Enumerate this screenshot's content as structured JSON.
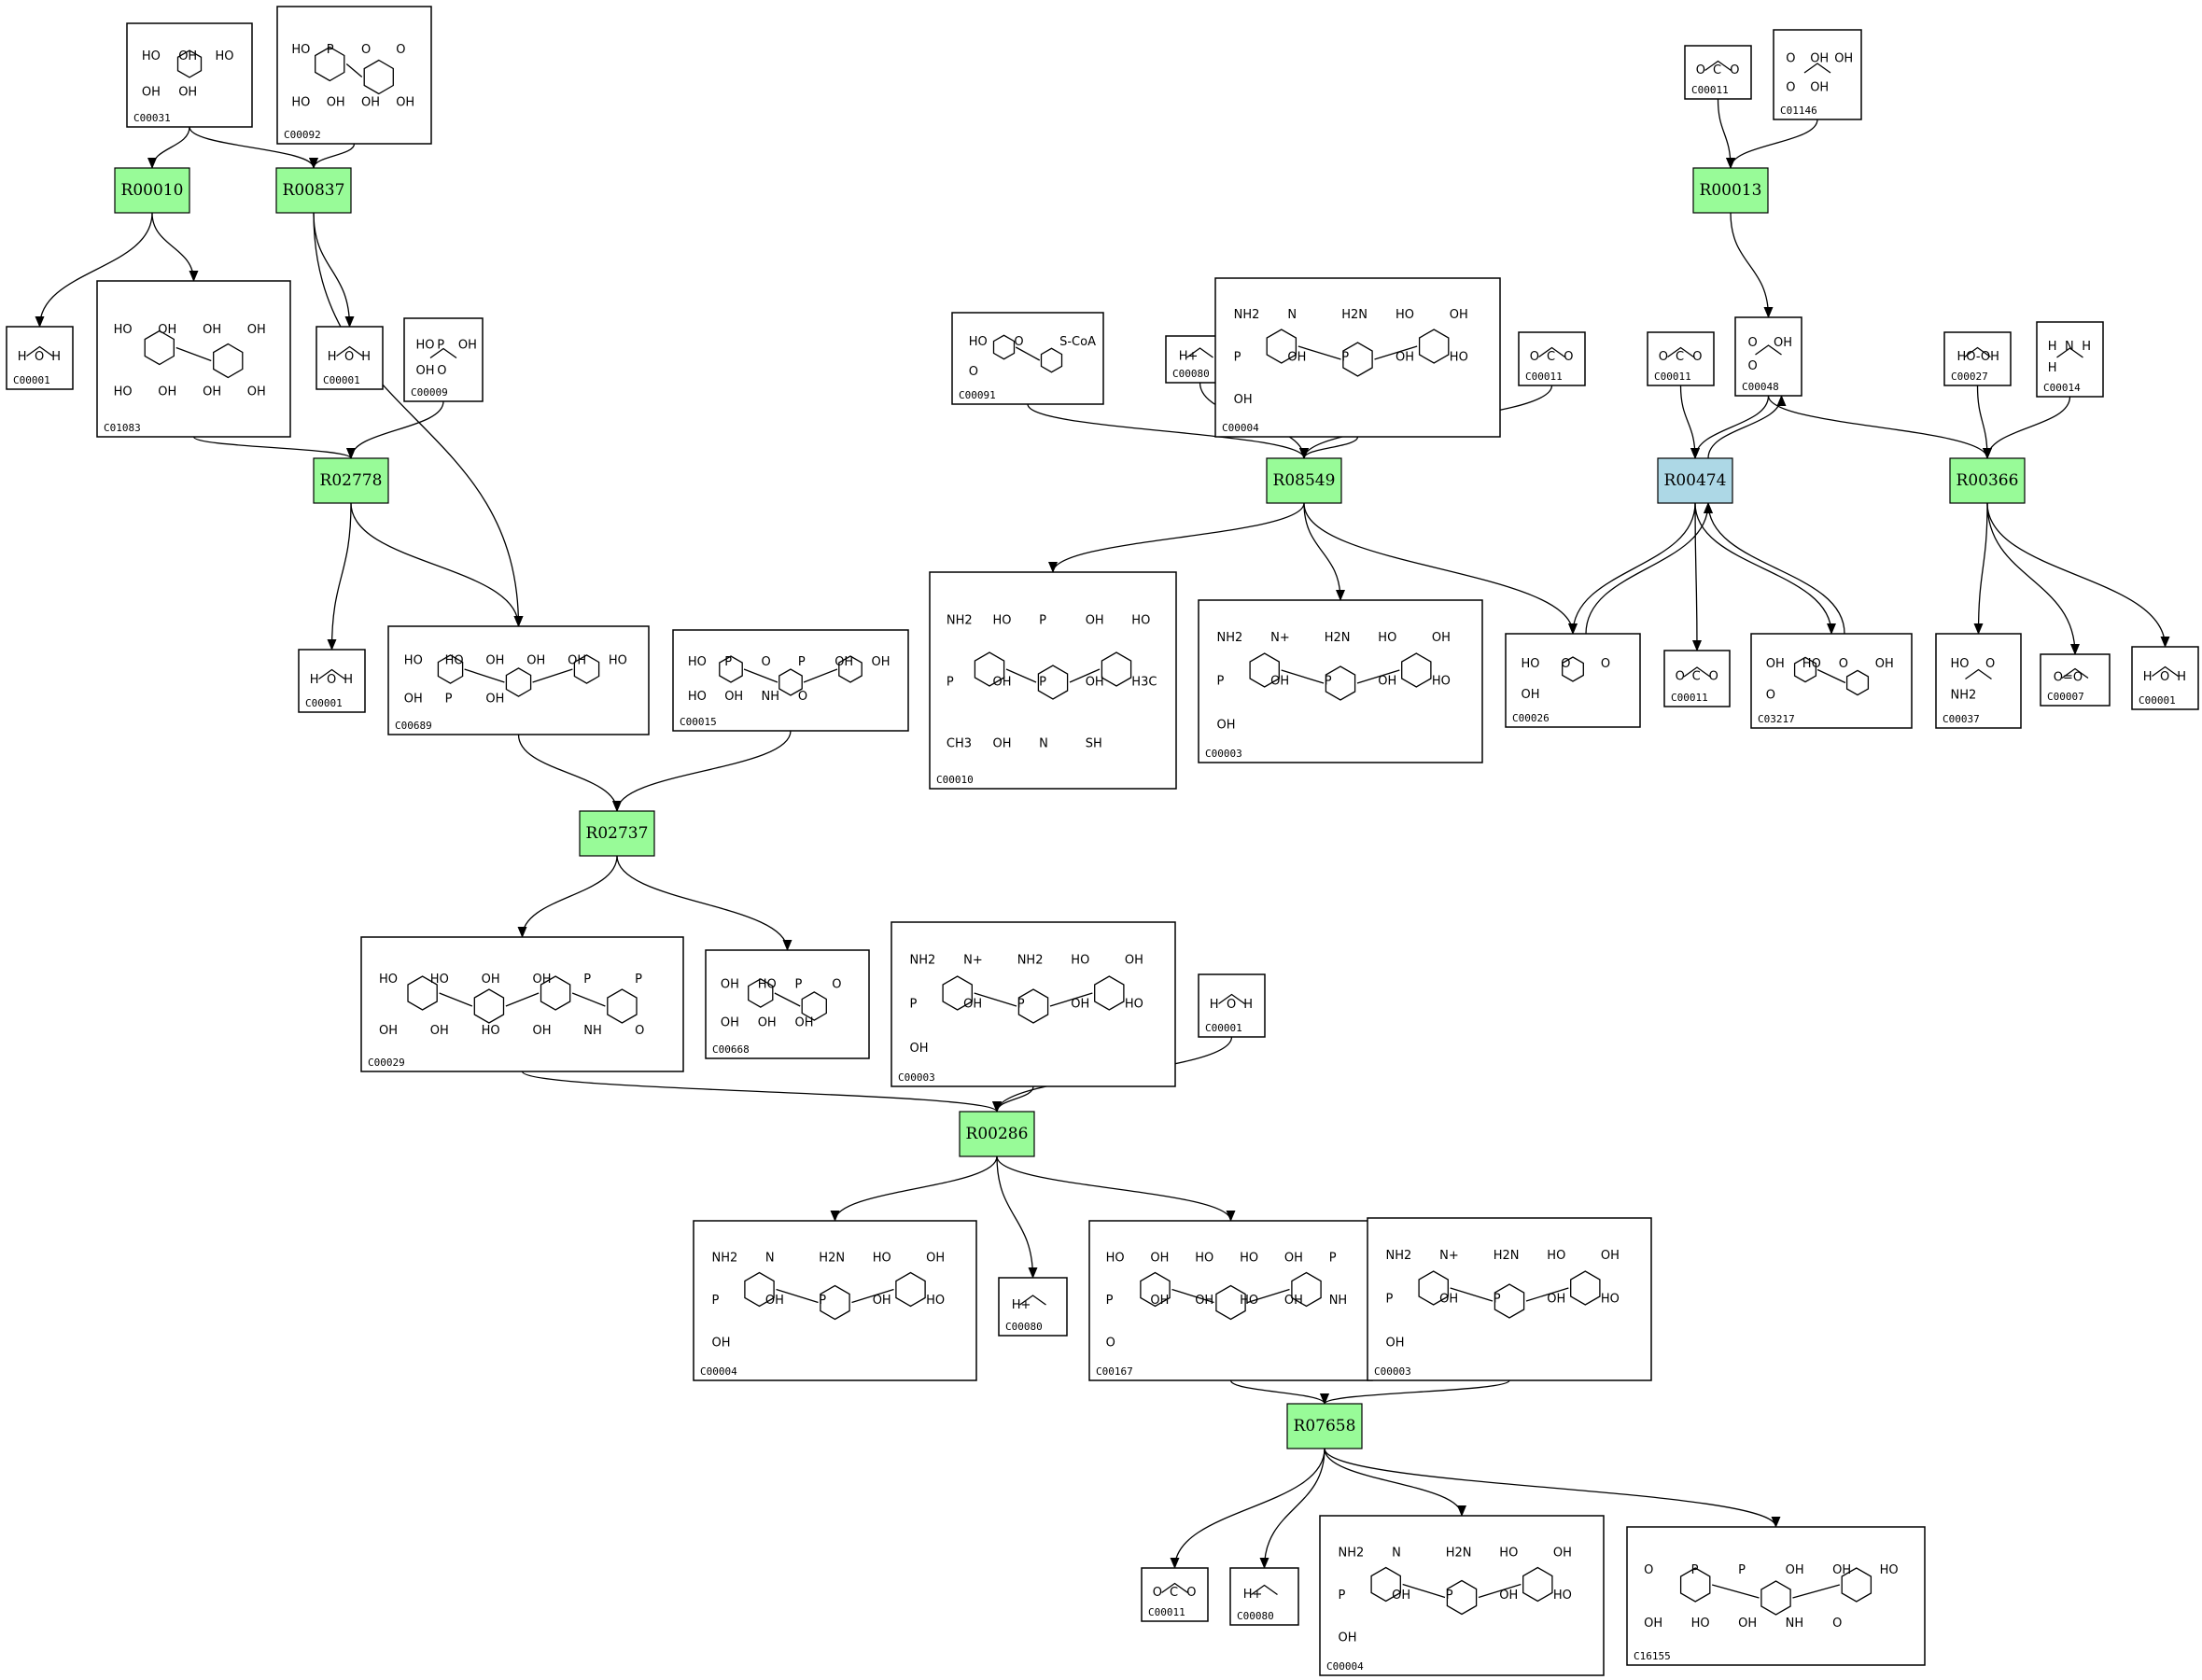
{
  "colors": {
    "reaction": "#98fb98",
    "reaction_highlight": "#add8e6",
    "edge": "#000000"
  },
  "reactions": [
    {
      "id": "R00010",
      "label": "R00010"
    },
    {
      "id": "R00837",
      "label": "R00837"
    },
    {
      "id": "R02778",
      "label": "R02778"
    },
    {
      "id": "R02737",
      "label": "R02737"
    },
    {
      "id": "R00286",
      "label": "R00286"
    },
    {
      "id": "R07658",
      "label": "R07658"
    },
    {
      "id": "R08549",
      "label": "R08549"
    },
    {
      "id": "R00013",
      "label": "R00013"
    },
    {
      "id": "R00474",
      "label": "R00474",
      "highlight": true
    },
    {
      "id": "R00366",
      "label": "R00366"
    }
  ],
  "compounds": [
    {
      "key": "c00031",
      "label": "C00031",
      "atoms": [
        "HO",
        "OH",
        "HO",
        "OH",
        "OH"
      ]
    },
    {
      "key": "c00092",
      "label": "C00092",
      "atoms": [
        "HO",
        "P",
        "O",
        "O",
        "HO",
        "OH",
        "OH",
        "OH"
      ]
    },
    {
      "key": "c00001_a",
      "label": "C00001",
      "atoms": [
        "H",
        "O",
        "H"
      ]
    },
    {
      "key": "c01083",
      "label": "C01083",
      "atoms": [
        "HO",
        "OH",
        "OH",
        "OH",
        "HO",
        "OH",
        "OH",
        "OH"
      ]
    },
    {
      "key": "c00001_b",
      "label": "C00001",
      "atoms": [
        "H",
        "O",
        "H"
      ]
    },
    {
      "key": "c00009",
      "label": "C00009",
      "atoms": [
        "HO",
        "P",
        "OH",
        "OH",
        "O"
      ]
    },
    {
      "key": "c00001_c",
      "label": "C00001",
      "atoms": [
        "H",
        "O",
        "H"
      ]
    },
    {
      "key": "c00689",
      "label": "C00689",
      "atoms": [
        "HO",
        "HO",
        "OH",
        "OH",
        "OH",
        "HO",
        "OH",
        "P",
        "OH"
      ]
    },
    {
      "key": "c00015",
      "label": "C00015",
      "atoms": [
        "HO",
        "P",
        "O",
        "P",
        "OH",
        "OH",
        "HO",
        "OH",
        "NH",
        "O"
      ]
    },
    {
      "key": "c00029",
      "label": "C00029",
      "atoms": [
        "HO",
        "HO",
        "OH",
        "OH",
        "P",
        "P",
        "OH",
        "OH",
        "HO",
        "OH",
        "NH",
        "O"
      ]
    },
    {
      "key": "c00668",
      "label": "C00668",
      "atoms": [
        "OH",
        "HO",
        "P",
        "O",
        "OH",
        "OH",
        "OH"
      ]
    },
    {
      "key": "c00003_a",
      "label": "C00003",
      "atoms": [
        "NH2",
        "N+",
        "NH2",
        "HO",
        "OH",
        "P",
        "OH",
        "P",
        "OH",
        "HO",
        "OH"
      ]
    },
    {
      "key": "c00001_d",
      "label": "C00001",
      "atoms": [
        "H",
        "O",
        "H"
      ]
    },
    {
      "key": "c00004_a",
      "label": "C00004",
      "atoms": [
        "NH2",
        "N",
        "H2N",
        "HO",
        "OH",
        "P",
        "OH",
        "P",
        "OH",
        "HO",
        "OH"
      ]
    },
    {
      "key": "c00080_a",
      "label": "C00080",
      "atoms": [
        "H+"
      ]
    },
    {
      "key": "c00167",
      "label": "C00167",
      "atoms": [
        "HO",
        "OH",
        "HO",
        "HO",
        "OH",
        "P",
        "P",
        "OH",
        "OH",
        "HO",
        "OH",
        "NH",
        "O"
      ]
    },
    {
      "key": "c00003_b",
      "label": "C00003",
      "atoms": [
        "NH2",
        "N+",
        "H2N",
        "HO",
        "OH",
        "P",
        "OH",
        "P",
        "OH",
        "HO",
        "OH"
      ]
    },
    {
      "key": "c00011_a",
      "label": "C00011",
      "atoms": [
        "O",
        "C",
        "O"
      ]
    },
    {
      "key": "c00080_b",
      "label": "C00080",
      "atoms": [
        "H+"
      ]
    },
    {
      "key": "c00004_b",
      "label": "C00004",
      "atoms": [
        "NH2",
        "N",
        "H2N",
        "HO",
        "OH",
        "P",
        "OH",
        "P",
        "OH",
        "HO",
        "OH"
      ]
    },
    {
      "key": "c16155",
      "label": "C16155",
      "atoms": [
        "O",
        "P",
        "P",
        "OH",
        "OH",
        "HO",
        "OH",
        "HO",
        "OH",
        "NH",
        "O"
      ]
    },
    {
      "key": "c00091",
      "label": "C00091",
      "atoms": [
        "HO",
        "O",
        "S-CoA",
        "O"
      ]
    },
    {
      "key": "c00080_c",
      "label": "C00080",
      "atoms": [
        "H+"
      ]
    },
    {
      "key": "c00004_c",
      "label": "C00004",
      "atoms": [
        "NH2",
        "N",
        "H2N",
        "HO",
        "OH",
        "P",
        "OH",
        "P",
        "OH",
        "HO",
        "OH"
      ]
    },
    {
      "key": "c00011_b",
      "label": "C00011",
      "atoms": [
        "O",
        "C",
        "O"
      ]
    },
    {
      "key": "c00010",
      "label": "C00010",
      "atoms": [
        "NH2",
        "HO",
        "P",
        "OH",
        "HO",
        "P",
        "OH",
        "P",
        "OH",
        "H3C",
        "CH3",
        "OH",
        "N",
        "SH"
      ]
    },
    {
      "key": "c00003_c",
      "label": "C00003",
      "atoms": [
        "NH2",
        "N+",
        "H2N",
        "HO",
        "OH",
        "P",
        "OH",
        "P",
        "OH",
        "HO",
        "OH"
      ]
    },
    {
      "key": "c00026",
      "label": "C00026",
      "atoms": [
        "HO",
        "O",
        "O",
        "OH"
      ]
    },
    {
      "key": "c00011_c",
      "label": "C00011",
      "atoms": [
        "O",
        "C",
        "O"
      ]
    },
    {
      "key": "c01146",
      "label": "C01146",
      "atoms": [
        "O",
        "OH",
        "OH",
        "O",
        "OH"
      ]
    },
    {
      "key": "c00011_d",
      "label": "C00011",
      "atoms": [
        "O",
        "C",
        "O"
      ]
    },
    {
      "key": "c00048",
      "label": "C00048",
      "atoms": [
        "O",
        "OH",
        "O"
      ]
    },
    {
      "key": "c00011_e",
      "label": "C00011",
      "atoms": [
        "O",
        "C",
        "O"
      ]
    },
    {
      "key": "c03217",
      "label": "C03217",
      "atoms": [
        "OH",
        "HO",
        "O",
        "OH",
        "O"
      ]
    },
    {
      "key": "c00027",
      "label": "C00027",
      "atoms": [
        "HO-OH"
      ]
    },
    {
      "key": "c00014",
      "label": "C00014",
      "atoms": [
        "H",
        "N",
        "H",
        "H"
      ]
    },
    {
      "key": "c00037",
      "label": "C00037",
      "atoms": [
        "HO",
        "O",
        "NH2"
      ]
    },
    {
      "key": "c00007",
      "label": "C00007",
      "atoms": [
        "O=O"
      ]
    },
    {
      "key": "c00001_e",
      "label": "C00001",
      "atoms": [
        "H",
        "O",
        "H"
      ]
    }
  ]
}
